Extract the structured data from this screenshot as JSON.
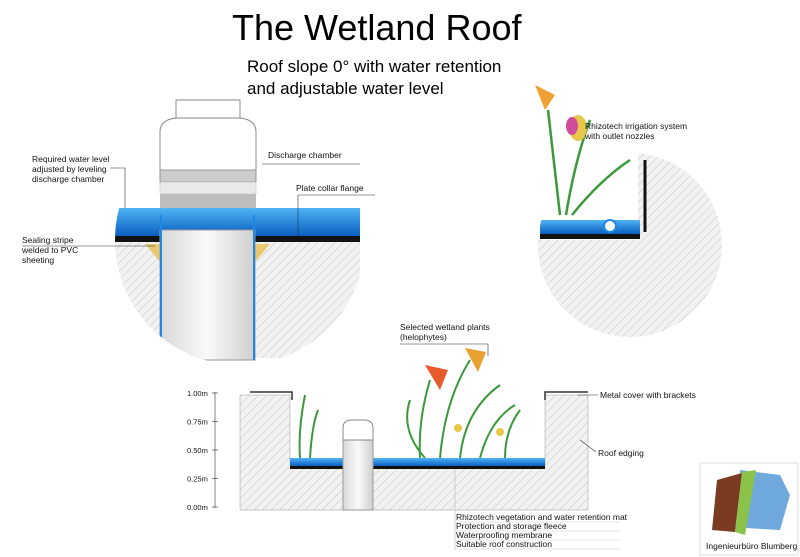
{
  "title": "The Wetland Roof",
  "subtitle_line1": "Roof slope 0° with water retention",
  "subtitle_line2": "and adjustable water level",
  "labels": {
    "required_water_level": [
      "Required water level",
      "adjusted by leveling",
      "discharge chamber"
    ],
    "discharge_chamber": "Discharge chamber",
    "plate_collar_flange": "Plate collar flange",
    "sealing_stripe": [
      "Sealing stripe",
      "welded to PVC",
      "sheeting"
    ],
    "irrigation": [
      "Rhizotech irrigation system",
      "with outlet nozzles"
    ],
    "wetland_plants": [
      "Selected wetland plants",
      "(helophytes)"
    ],
    "metal_cover": "Metal cover with brackets",
    "roof_edging": "Roof edging"
  },
  "scale_ticks": [
    "1.00m",
    "0.75m",
    "0.50m",
    "0.25m",
    "0.00m"
  ],
  "layers": [
    "Rhizotech vegetation and water retention mat",
    "Protection and storage fleece",
    "Waterproofing membrane",
    "Suitable roof construction"
  ],
  "logo_text": "Ingenieurbüro Blumberg",
  "colors": {
    "water": "#1e88e5",
    "hatch": "#bbbbbb",
    "brown": "#7a3b22",
    "green": "#8bc34a",
    "blue": "#6fa8dc"
  }
}
